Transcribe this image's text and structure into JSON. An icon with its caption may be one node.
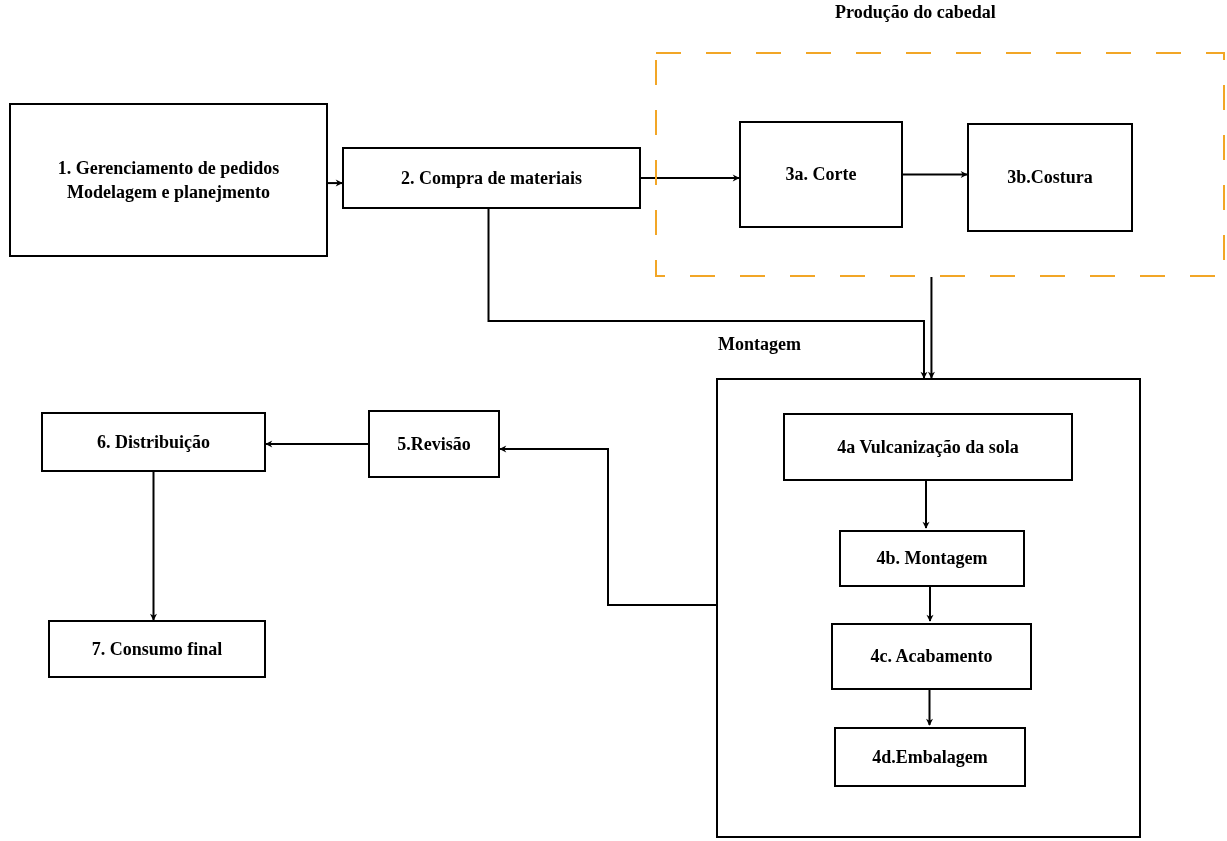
{
  "diagram": {
    "nodes": [
      {
        "text": [
          "Produção do cabedal"
        ]
      },
      {
        "text": [
          "1. Gerenciamento de pedidos Modelagem e planejmento"
        ]
      },
      {
        "text": [
          "2. Compra de materiais"
        ]
      },
      {
        "text": [
          "3a. Corte"
        ],
        "in": 0
      },
      {
        "text": [
          "3b.Costura"
        ],
        "in": 0
      },
      {
        "text": [
          "Montagem"
        ]
      },
      {
        "text": [
          "4a Vulcanização da sola"
        ],
        "in": 5
      },
      {
        "text": [
          "4b. Montagem"
        ],
        "in": 5
      },
      {
        "text": [
          "4c. Acabamento"
        ],
        "in": 5
      },
      {
        "text": [
          "4d.Embalagem"
        ],
        "in": 5
      },
      {
        "text": [
          "5.Revisão"
        ]
      },
      {
        "text": [
          "6. Distribuição"
        ]
      },
      {
        "text": [
          "7. Consumo final"
        ]
      }
    ],
    "edges": [
      {
        "from": 1,
        "to": 2,
        "arrow": "to"
      },
      {
        "from": 2,
        "to": 3,
        "arrow": "to"
      },
      {
        "from": 3,
        "to": 4,
        "arrow": "to"
      },
      {
        "from": 0,
        "to": 5,
        "arrow": "to"
      },
      {
        "from": 2,
        "to": 5,
        "arrow": "to"
      },
      {
        "from": 6,
        "to": 7,
        "arrow": "to"
      },
      {
        "from": 7,
        "to": 8,
        "arrow": "to"
      },
      {
        "from": 8,
        "to": 9,
        "arrow": "to"
      },
      {
        "from": 5,
        "to": 10,
        "arrow": "to"
      },
      {
        "from": 10,
        "to": 11,
        "arrow": "to"
      },
      {
        "from": 11,
        "to": 12,
        "arrow": "to"
      }
    ]
  }
}
